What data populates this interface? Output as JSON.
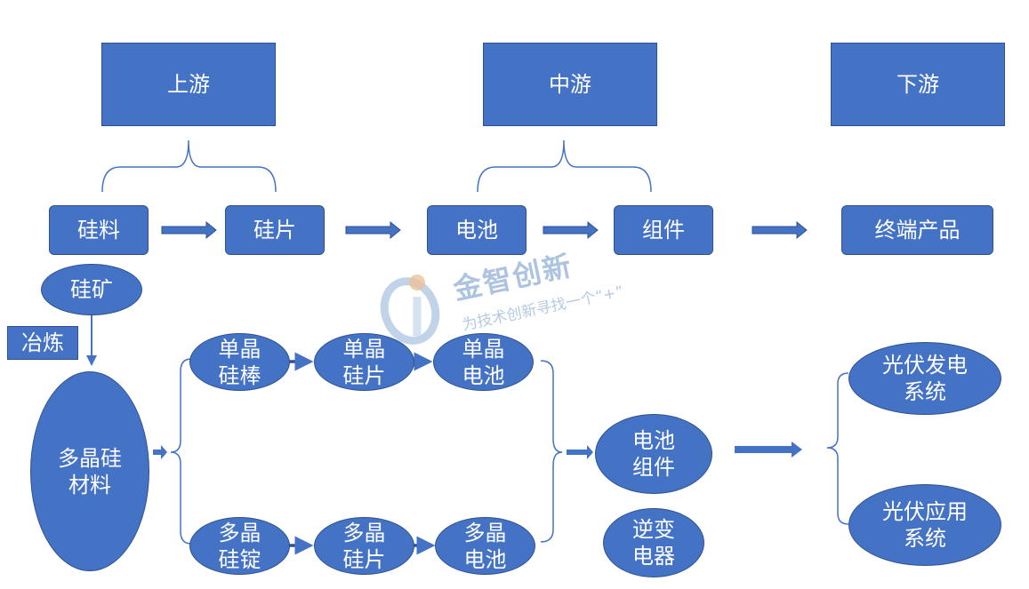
{
  "headers": {
    "upstream": "上游",
    "midstream": "中游",
    "downstream": "下游"
  },
  "chain": {
    "silicon_material": "硅料",
    "silicon_wafer": "硅片",
    "battery": "电池",
    "module": "组件",
    "terminal_product": "终端产品"
  },
  "detail": {
    "silicon_ore": "硅矿",
    "smelting": "冶炼",
    "poly_material": "多晶硅材料",
    "mono_rod": "单晶硅棒",
    "mono_wafer": "单晶硅片",
    "mono_cell": "单晶电池",
    "poly_ingot": "多晶硅锭",
    "poly_wafer": "多晶硅片",
    "poly_cell": "多晶电池",
    "cell_module": "电池组件",
    "inverter": "逆变电器",
    "pv_power_system": "光伏发电系统",
    "pv_app_system": "光伏应用系统"
  },
  "watermark": {
    "title": "金智创新",
    "subtitle": "为技术创新寻找一个“+”"
  },
  "colors": {
    "fill": "#4472c4",
    "stroke": "#2f528f",
    "bracket": "#4472c4"
  }
}
